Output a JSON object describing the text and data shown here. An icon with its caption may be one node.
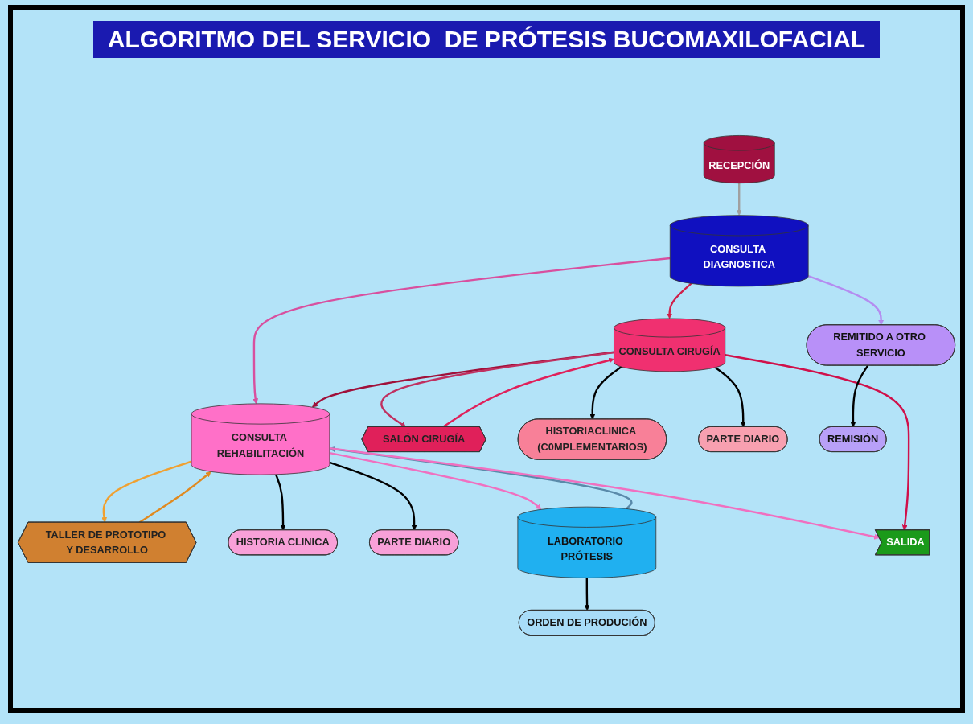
{
  "diagram": {
    "title": "ALGORITMO DEL SERVICIO  DE PRÓTESIS BUCOMAXILOFACIAL",
    "nodes": [
      {
        "text": [
          "RECEPCIÓN"
        ]
      },
      {
        "text": [
          "CONSULTA DIAGNOSTICA"
        ]
      },
      {
        "text": [
          "CONSULTA REHABILITACIÓN"
        ]
      },
      {
        "text": [
          "TALLER DE PROTOTIPO Y DESARROLLO"
        ]
      },
      {
        "text": [
          "CONSULTA CIRUGÍA"
        ]
      },
      {
        "text": [
          "SALÓN CIRUGÍA"
        ]
      },
      {
        "text": [
          "HISTORIA CLINICA"
        ]
      },
      {
        "text": [
          "PARTE DIARIO"
        ]
      },
      {
        "text": [
          "HISTORIACLINICA (C0MPLEMENTARIOS)"
        ]
      },
      {
        "text": [
          "REMITIDO A OTRO SERVICIO"
        ]
      },
      {
        "text": [
          "PARTE DIARIO"
        ]
      },
      {
        "text": [
          "LABORATORIO PRÓTESIS"
        ]
      },
      {
        "text": [
          "REMISIÓN"
        ]
      },
      {
        "text": [
          "ORDEN DE PRODUCIÓN"
        ]
      },
      {
        "text": [
          "SALIDA"
        ]
      }
    ],
    "edges": [
      {
        "from": 0,
        "to": 1,
        "arrow": "to",
        "color": "#a0a0a0"
      },
      {
        "from": 1,
        "to": 2,
        "arrow": "to",
        "color": "#d8509f"
      },
      {
        "from": 1,
        "to": 9,
        "arrow": "to",
        "color": "#b48cf0"
      },
      {
        "from": 1,
        "to": 4,
        "arrow": "to",
        "color": "#d0204a"
      },
      {
        "from": 4,
        "to": 2,
        "arrow": "to",
        "color": "#a0103a"
      },
      {
        "from": 2,
        "to": 3,
        "arrow": "to",
        "color": "#f0a030"
      },
      {
        "from": 3,
        "to": 2,
        "arrow": "to",
        "color": "#e08a20"
      },
      {
        "from": 2,
        "to": 6,
        "arrow": "to"
      },
      {
        "from": 2,
        "to": 7,
        "arrow": "to"
      },
      {
        "from": 2,
        "to": 11,
        "arrow": "to",
        "color": "#f070c0"
      },
      {
        "from": 11,
        "to": 2,
        "arrow": "to",
        "color": "#5a8aaa"
      },
      {
        "from": 2,
        "to": 14,
        "arrow": "to",
        "color": "#f070c0"
      },
      {
        "from": 4,
        "to": 8,
        "arrow": "to"
      },
      {
        "from": 4,
        "to": 10,
        "arrow": "to"
      },
      {
        "from": 4,
        "to": 5,
        "arrow": "to",
        "color": "#c03060"
      },
      {
        "from": 5,
        "to": 4,
        "arrow": "to",
        "color": "#e0205a"
      },
      {
        "from": 4,
        "to": 14,
        "arrow": "to",
        "color": "#d0104a"
      },
      {
        "from": 9,
        "to": 12,
        "arrow": "to"
      },
      {
        "from": 11,
        "to": 13,
        "arrow": "to"
      }
    ]
  }
}
